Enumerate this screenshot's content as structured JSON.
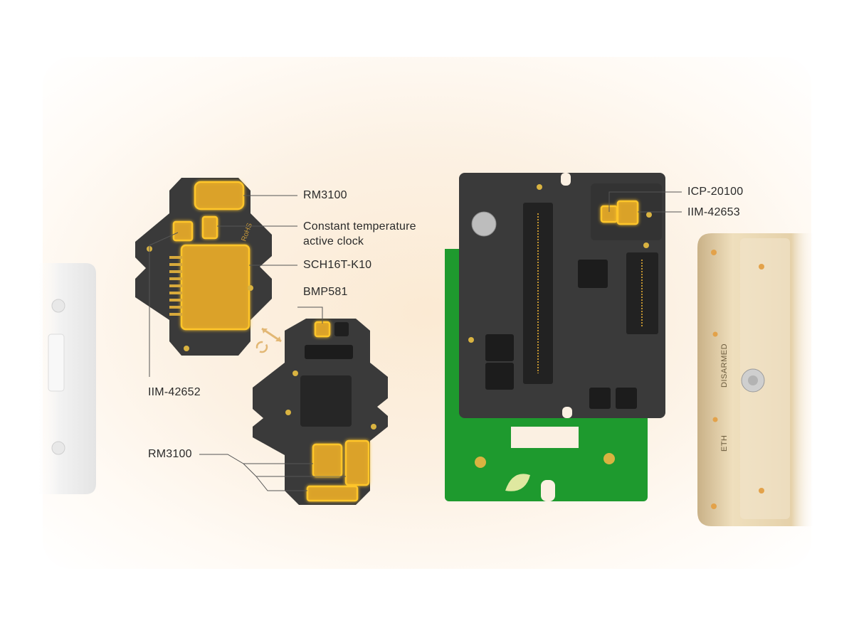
{
  "labels": {
    "rm3100_top": "RM3100",
    "clock_line1": "Constant temperature",
    "clock_line2": "active clock",
    "sch16t": "SCH16T-K10",
    "bmp581": "BMP581",
    "iim42652": "IIM-42652",
    "rm3100_bottom": "RM3100",
    "icp20100": "ICP-20100",
    "iim42653": "IIM-42653"
  },
  "board_marks": {
    "rohs": "RoHS"
  },
  "case_labels": {
    "disarmed": "DISARMED",
    "eth": "ETH"
  },
  "colors": {
    "highlight": "#ffc62a",
    "pcb_dark": "#3a3a3a",
    "pcb_green": "#1e9a2e",
    "case_gold": "#e2cfa8"
  }
}
